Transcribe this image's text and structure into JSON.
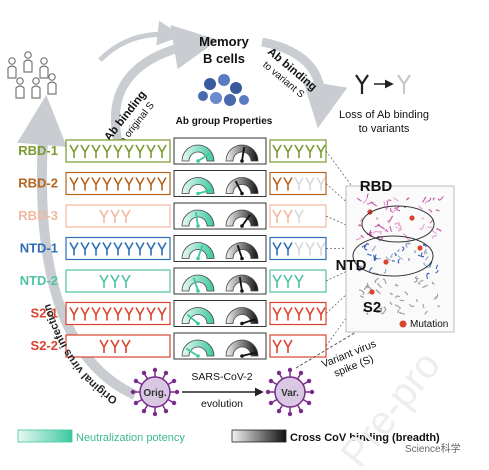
{
  "memory": {
    "line1": "Memory",
    "line2": "B cells"
  },
  "ab_binding_original": {
    "line1": "Ab binding",
    "line2": "to original S"
  },
  "ab_binding_variant": {
    "line1": "Ab binding",
    "line2": "to variant S"
  },
  "ab_group_properties": "Ab group Properties",
  "loss_legend": {
    "line1": "Loss of Ab binding",
    "line2": "to variants"
  },
  "rows": [
    {
      "label": "RBD-1",
      "color": "#7a9a2e",
      "neutralization": 0.82,
      "cross_binding": 0.55,
      "variant_loss": 0.0
    },
    {
      "label": "RBD-2",
      "color": "#b5651d",
      "neutralization": 0.92,
      "cross_binding": 0.35,
      "variant_loss": 0.6
    },
    {
      "label": "RBD-3",
      "color": "#f2b8a0",
      "neutralization": 0.45,
      "cross_binding": 0.7,
      "variant_loss": 0.5
    },
    {
      "label": "NTD-1",
      "color": "#2f6db5",
      "neutralization": 0.6,
      "cross_binding": 0.4,
      "variant_loss": 0.75
    },
    {
      "label": "NTD-2",
      "color": "#4fc3a5",
      "neutralization": 0.4,
      "cross_binding": 0.45,
      "variant_loss": 0.0
    },
    {
      "label": "S2-1",
      "color": "#d9442f",
      "neutralization": 0.22,
      "cross_binding": 0.9,
      "variant_loss": 0.0
    },
    {
      "label": "S2-2",
      "color": "#d9442f",
      "neutralization": 0.18,
      "cross_binding": 0.92,
      "variant_loss": 0.0
    }
  ],
  "spike": {
    "rbd": "RBD",
    "ntd": "NTD",
    "s2": "S2",
    "mutation": "Mutation",
    "mutation_color": "#d9442f"
  },
  "variant_spike": {
    "line1": "Variant virus",
    "line2": "spike (S)"
  },
  "evolution": {
    "line1": "SARS-CoV-2",
    "line2": "evolution",
    "orig": "Orig.",
    "var": "Var."
  },
  "original_infection": "Original virus infection",
  "legend": {
    "neutralization": "Neutralization potency",
    "cross": "Cross CoV binding (breadth)"
  },
  "watermark": {
    "source": "Science科学",
    "corner": "Pre-pro"
  },
  "colors": {
    "teal": "#3cc8a0",
    "dark": "#222222",
    "arrow_gray": "#c9cdd2"
  }
}
